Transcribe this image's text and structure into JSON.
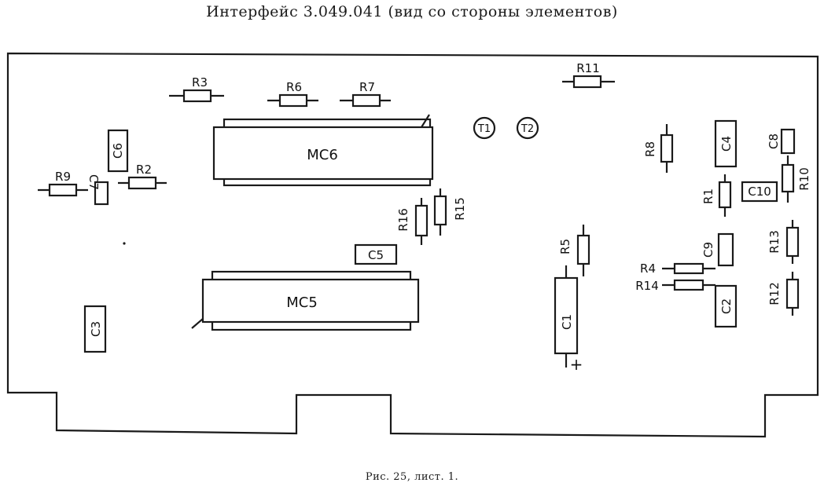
{
  "title": "Интерфейс 3.049.041 (вид со стороны элементов)",
  "caption": "Рис. 25, лист. 1.",
  "chips": {
    "mc6": "MC6",
    "mc5": "MC5"
  },
  "resistors": {
    "r1": "R1",
    "r2": "R2",
    "r3": "R3",
    "r4": "R4",
    "r5": "R5",
    "r6": "R6",
    "r7": "R7",
    "r8": "R8",
    "r9": "R9",
    "r10": "R10",
    "r11": "R11",
    "r12": "R12",
    "r13": "R13",
    "r14": "R14",
    "r15": "R15",
    "r16": "R16"
  },
  "capacitors": {
    "c1": "C1",
    "c2": "C2",
    "c3": "C3",
    "c4": "C4",
    "c5": "C5",
    "c6": "C6",
    "c7": "C7",
    "c8": "C8",
    "c9": "C9",
    "c10": "C10"
  },
  "transistors": {
    "t1": "T1",
    "t2": "T2"
  },
  "polarity": "+"
}
